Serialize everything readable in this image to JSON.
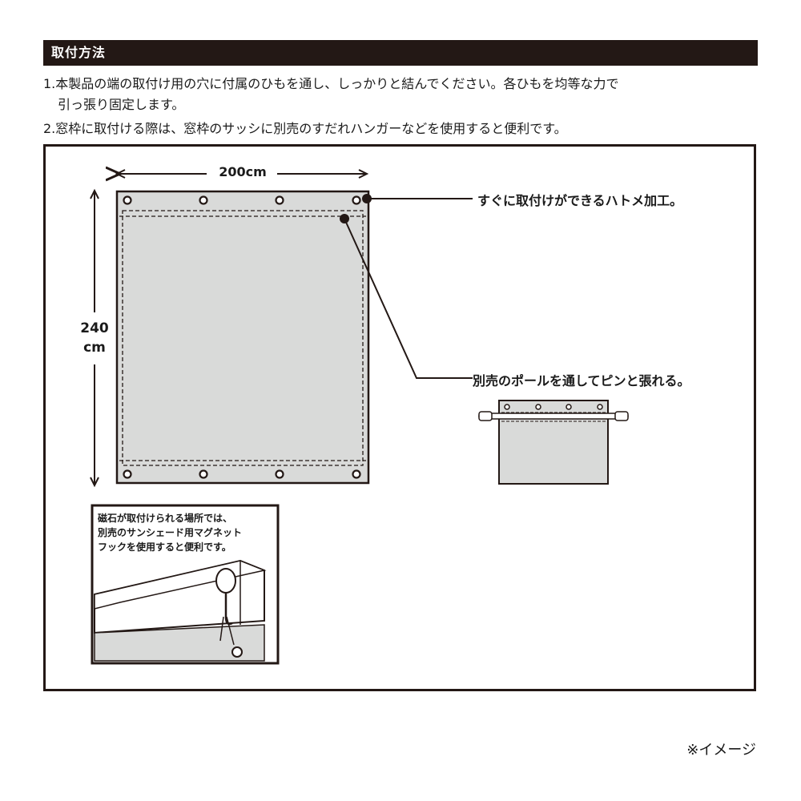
{
  "header": {
    "title": "取付方法"
  },
  "steps": [
    {
      "line1": "1.本製品の端の取付け用の穴に付属のひもを通し、しっかりと結んでください。各ひもを均等な力で",
      "line2": "引っ張り固定します。"
    },
    {
      "line1": "2.窓枠に取付ける際は、窓枠のサッシに別売のすだれハンガーなどを使用すると便利です。"
    }
  ],
  "diagram": {
    "width_label": "200cm",
    "height_label_1": "240",
    "height_label_2": "cm",
    "callout_grommets": "すぐに取付けができるハトメ加工。",
    "callout_pole": "別売のポールを通してピンと張れる。",
    "magnet_note": {
      "line1": "磁石が取付けられる場所では、",
      "line2": "別売のサンシェード用マグネット",
      "line3": "フックを使用すると便利です。"
    }
  },
  "footer": {
    "image_note": "※イメージ"
  },
  "colors": {
    "dark": "#231815",
    "panel_fill": "#d9dad9",
    "white": "#ffffff"
  }
}
